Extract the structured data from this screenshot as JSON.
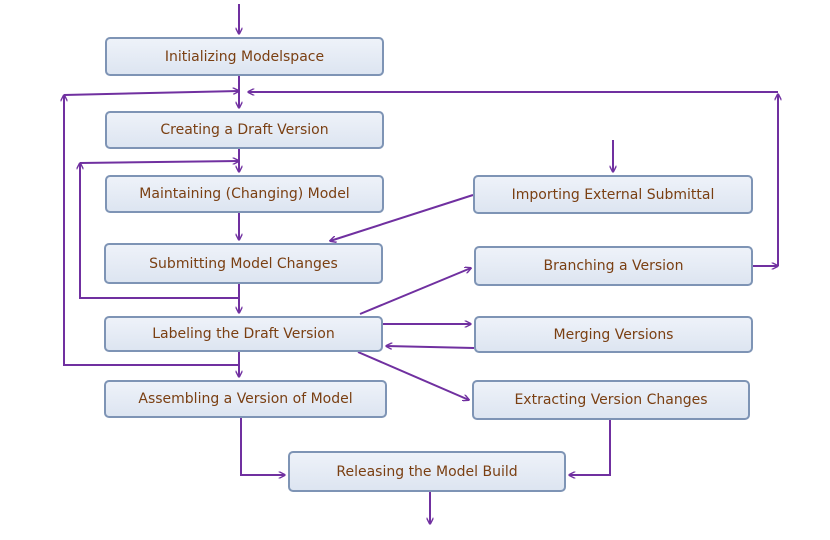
{
  "nodes": {
    "init": "Initializing Modelspace",
    "draft": "Creating a Draft Version",
    "maintain": "Maintaining (Changing) Model",
    "submit": "Submitting Model Changes",
    "label": "Labeling the Draft Version",
    "assemble": "Assembling a Version of Model",
    "release": "Releasing the Model Build",
    "import": "Importing External Submittal",
    "branch": "Branching a Version",
    "merge": "Merging Versions",
    "extract": "Extracting Version Changes"
  },
  "colors": {
    "arrow": "#7030a0",
    "box_border": "#7e94b5",
    "box_fill": "#dde5f1",
    "text": "#7a3f12"
  }
}
